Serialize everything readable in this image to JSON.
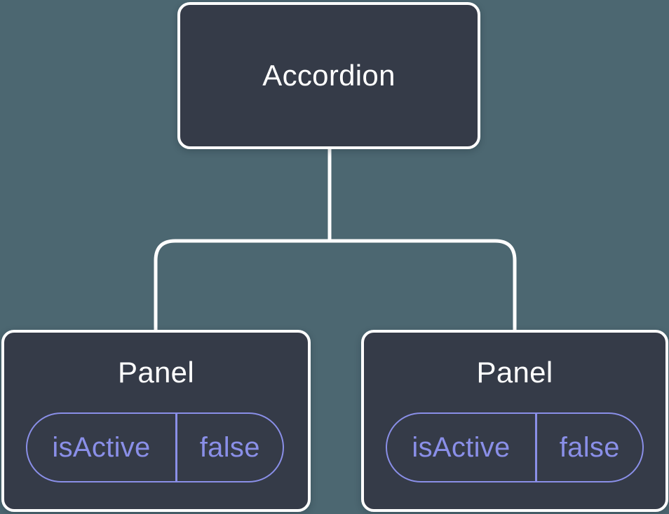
{
  "tree": {
    "root": {
      "label": "Accordion"
    },
    "children": [
      {
        "label": "Panel",
        "state": {
          "name": "isActive",
          "value": "false"
        }
      },
      {
        "label": "Panel",
        "state": {
          "name": "isActive",
          "value": "false"
        }
      }
    ]
  },
  "colors": {
    "canvas_bg": "#4C6771",
    "node_fill": "#353B48",
    "node_border": "#FFFFFF",
    "node_text": "#FFFFFF",
    "connector": "#FFFFFF",
    "state_accent": "#8A8FE8"
  }
}
